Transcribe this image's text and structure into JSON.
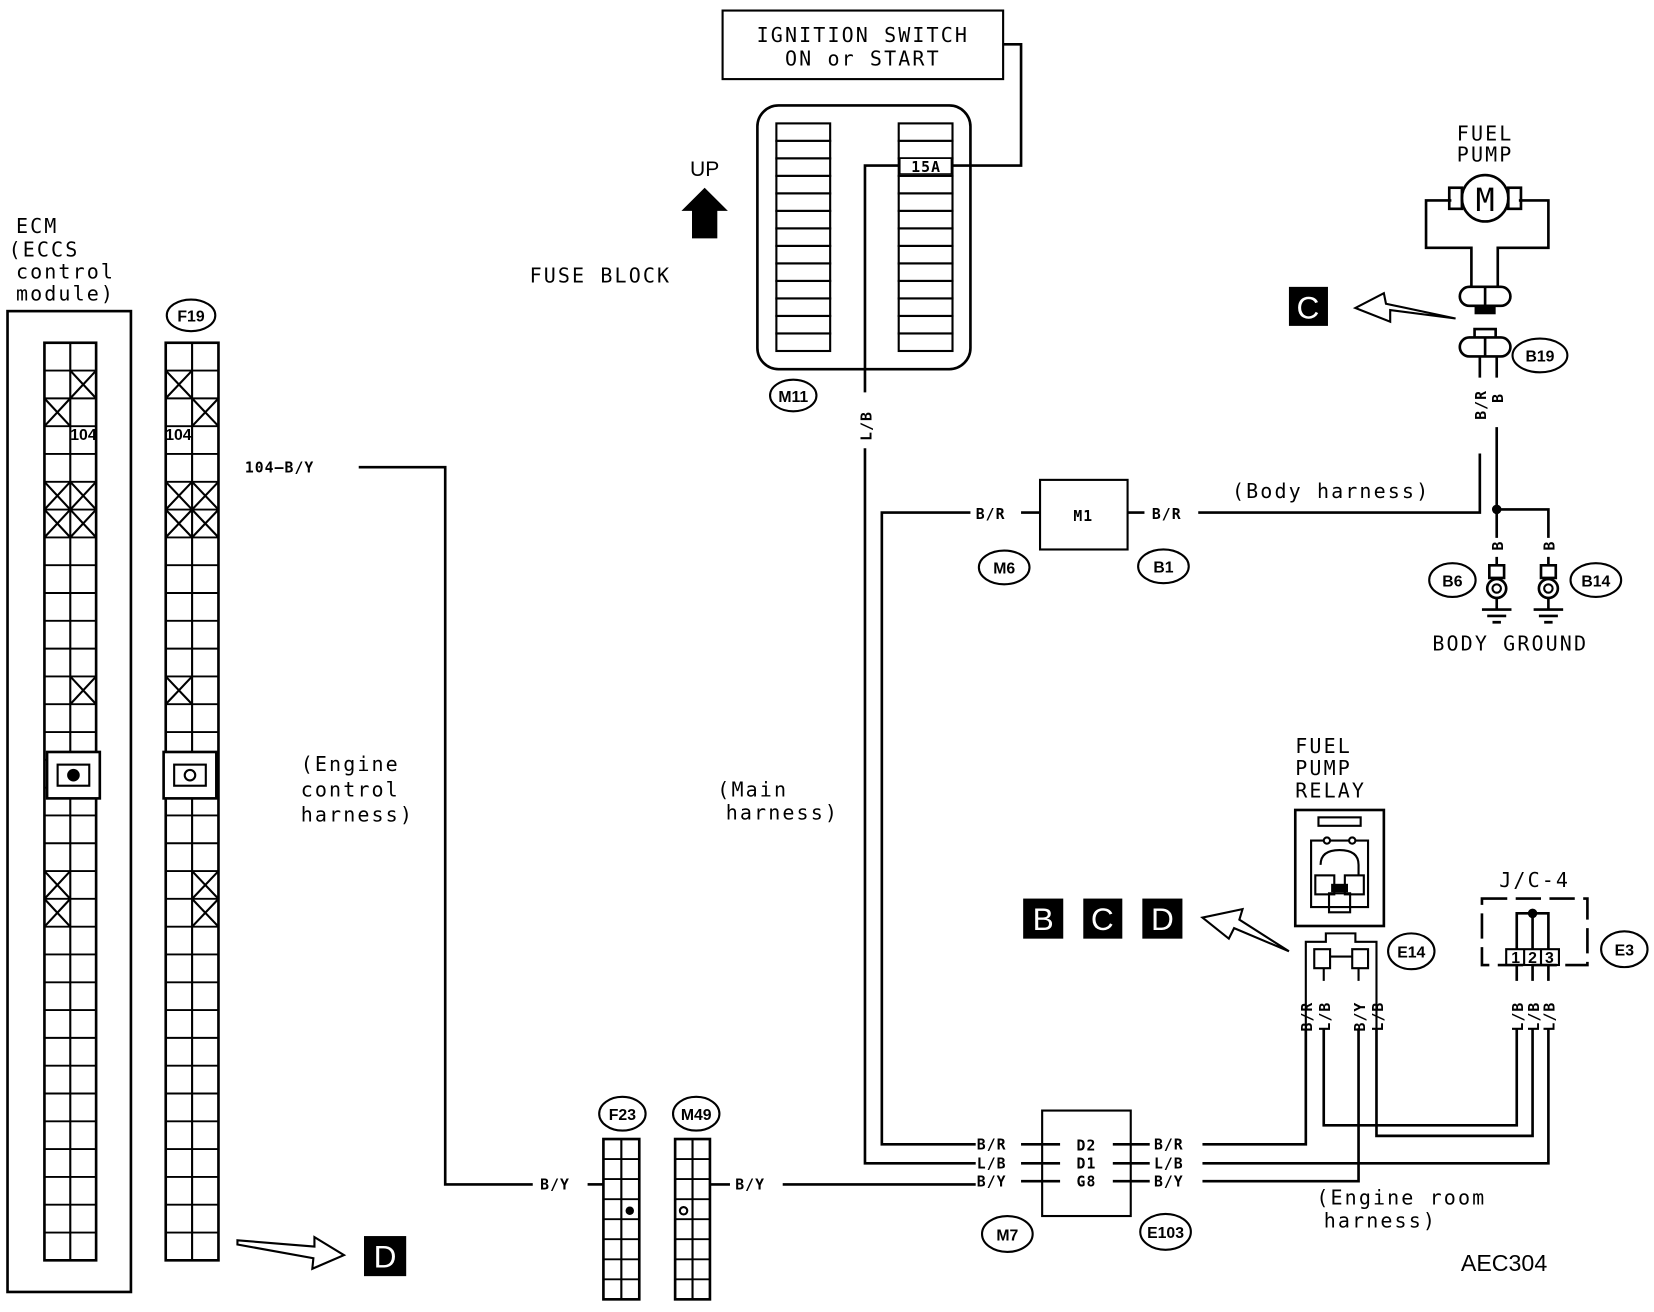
{
  "ignition_switch": {
    "line1": "IGNITION SWITCH",
    "line2": "ON or START"
  },
  "fuse_block": {
    "label": "FUSE BLOCK",
    "up_label": "UP",
    "fuse_rating": "15A",
    "connector": "M11"
  },
  "ecm": {
    "line1": "ECM",
    "line2": "(ECCS",
    "line3": "control",
    "line4": "module)",
    "pin_label": "104",
    "connector": "F19",
    "connector_pin": "104"
  },
  "wires": {
    "ecm_out": "104—B/Y",
    "lb": "L/B",
    "br": "B/R",
    "b": "B",
    "by": "B/Y"
  },
  "harness": {
    "engine_control": [
      "(Engine",
      "control",
      "harness)"
    ],
    "main": [
      "(Main",
      "harness)"
    ],
    "body": "(Body harness)",
    "engine_room": [
      "(Engine room",
      "harness)"
    ]
  },
  "connectors": {
    "f23": "F23",
    "m49": "M49",
    "m7": "M7",
    "e103": "E103",
    "m6": "M6",
    "b1": "B1",
    "b19": "B19",
    "b6": "B6",
    "b14": "B14",
    "e14": "E14",
    "e3": "E3"
  },
  "joint_m1": {
    "label": "M1"
  },
  "joint_m7": {
    "pins": [
      "D2",
      "D1",
      "G8"
    ]
  },
  "fuel_pump": {
    "line1": "FUEL",
    "line2": "PUMP",
    "motor": "M"
  },
  "body_ground": "BODY  GROUND",
  "fuel_pump_relay": {
    "line1": "FUEL",
    "line2": "PUMP",
    "line3": "RELAY"
  },
  "jc4": {
    "label": "J/C-4",
    "pins": [
      "1",
      "2",
      "3"
    ]
  },
  "refs": {
    "b": "B",
    "c": "C",
    "d": "D"
  },
  "figure_id": "AEC304"
}
